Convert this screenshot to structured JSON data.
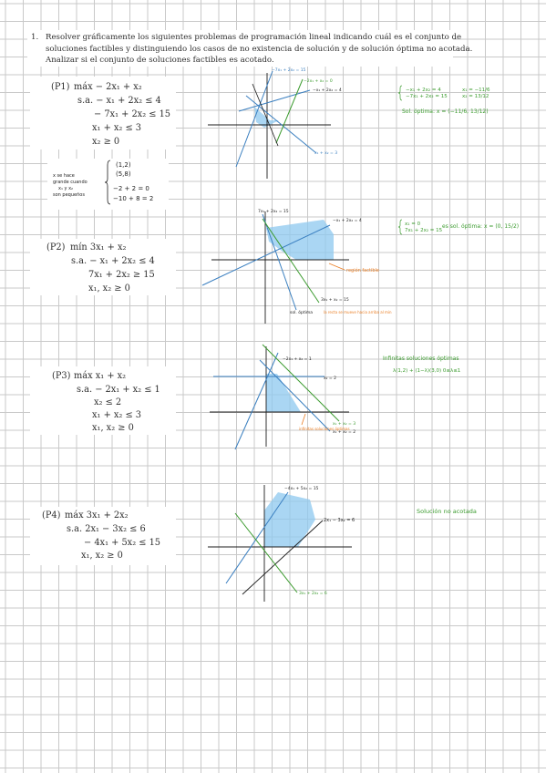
{
  "statement": {
    "number": "1.",
    "lines": [
      "Resolver gráficamente los siguientes problemas de programación lineal indicando cuál es el conjunto de",
      "soluciones factibles y distinguiendo los casos de no existencia de solución y de solución óptima no acotada.",
      "Analizar si el conjunto de soluciones factibles es acotado."
    ]
  },
  "problems": [
    {
      "label": "(P1)",
      "objective": "máx − 2x₁ + x₂",
      "constraints": [
        "s.a. − x₁ + 2x₂ ≤ 4",
        "− 7x₁ + 2x₂ ≤ 15",
        "x₁ + x₂ ≤ 3",
        "x₂ ≥ 0"
      ],
      "notes": {
        "system": [
          "−x₁ + 2x₂ = 4",
          "−7x₁ + 2x₂ = 15"
        ],
        "system_solution": [
          "x₁ = −11/6",
          "x₂ = 13/12"
        ],
        "optimum": "Sol. óptima: x = (−11/6, 13/12)",
        "graph_labels": [
          "−7x₁ + 2x₂ = 15",
          "−x₁ + 2x₂ = 4",
          "−2x₁ + x₂ = 0",
          "x₁ + x₂ = 3"
        ],
        "aside": [
          "x se hace",
          "grande cuando",
          "x₁ y x₂",
          "son pequeños"
        ],
        "brace_values": [
          "(1,2)",
          "(5,8)",
          "−2 + 2 = 0",
          "−10 + 8 = 2"
        ]
      }
    },
    {
      "label": "(P2)",
      "objective": "mín 3x₁ + x₂",
      "constraints": [
        "s.a. − x₁ + 2x₂ ≤ 4",
        "7x₁ + 2x₂ ≥ 15",
        "x₁, x₂ ≥ 0"
      ],
      "notes": {
        "system": [
          "x₁ = 0",
          "7x₁ + 2x₂ = 15"
        ],
        "optimum": "es sol. óptima: x = (0, 15/2)",
        "graph_labels": [
          "7x₁ + 2x₂ = 15",
          "−x₁ + 2x₂ = 4",
          "3x₁ + x₂ = 15",
          "región factible",
          "sol. óptima",
          "la recta se mueve hacia arriba al min"
        ]
      }
    },
    {
      "label": "(P3)",
      "objective": "máx x₁ + x₂",
      "constraints": [
        "s.a. − 2x₁ + x₂ ≤ 1",
        "x₂ ≤ 2",
        "x₁ + x₂ ≤ 3",
        "x₁, x₂ ≥ 0"
      ],
      "notes": {
        "result": "Infinitas soluciones óptimas",
        "formula": "λ(1,2) + (1−λ)(3,0)  0≤λ≤1",
        "graph_labels": [
          "−2x₁ + x₂ = 1",
          "x₂ = 2",
          "x₁ + x₂ = 3",
          "x₁ + x₂ = 2",
          "infinitas soluciones óptimas"
        ]
      }
    },
    {
      "label": "(P4)",
      "objective": "máx 3x₁ + 2x₂",
      "constraints": [
        "s.a. 2x₁ − 3x₂ ≤ 6",
        "− 4x₁ + 5x₂ ≤ 15",
        "x₁, x₂ ≥ 0"
      ],
      "notes": {
        "result": "Solución no acotada",
        "graph_labels": [
          "−4x₁ + 5x₂ = 15",
          "2x₁ − 3x₂ = 6",
          "3x₁ + 2x₂ = 6"
        ]
      }
    }
  ],
  "colors": {
    "text": "#2e2e2e",
    "blue": "#3a7fc0",
    "fill": "#8dc8ef",
    "green": "#3b9b2e",
    "orange": "#ea7e24",
    "ink": "#1c1c1c",
    "grid": "#c9c9c9"
  }
}
